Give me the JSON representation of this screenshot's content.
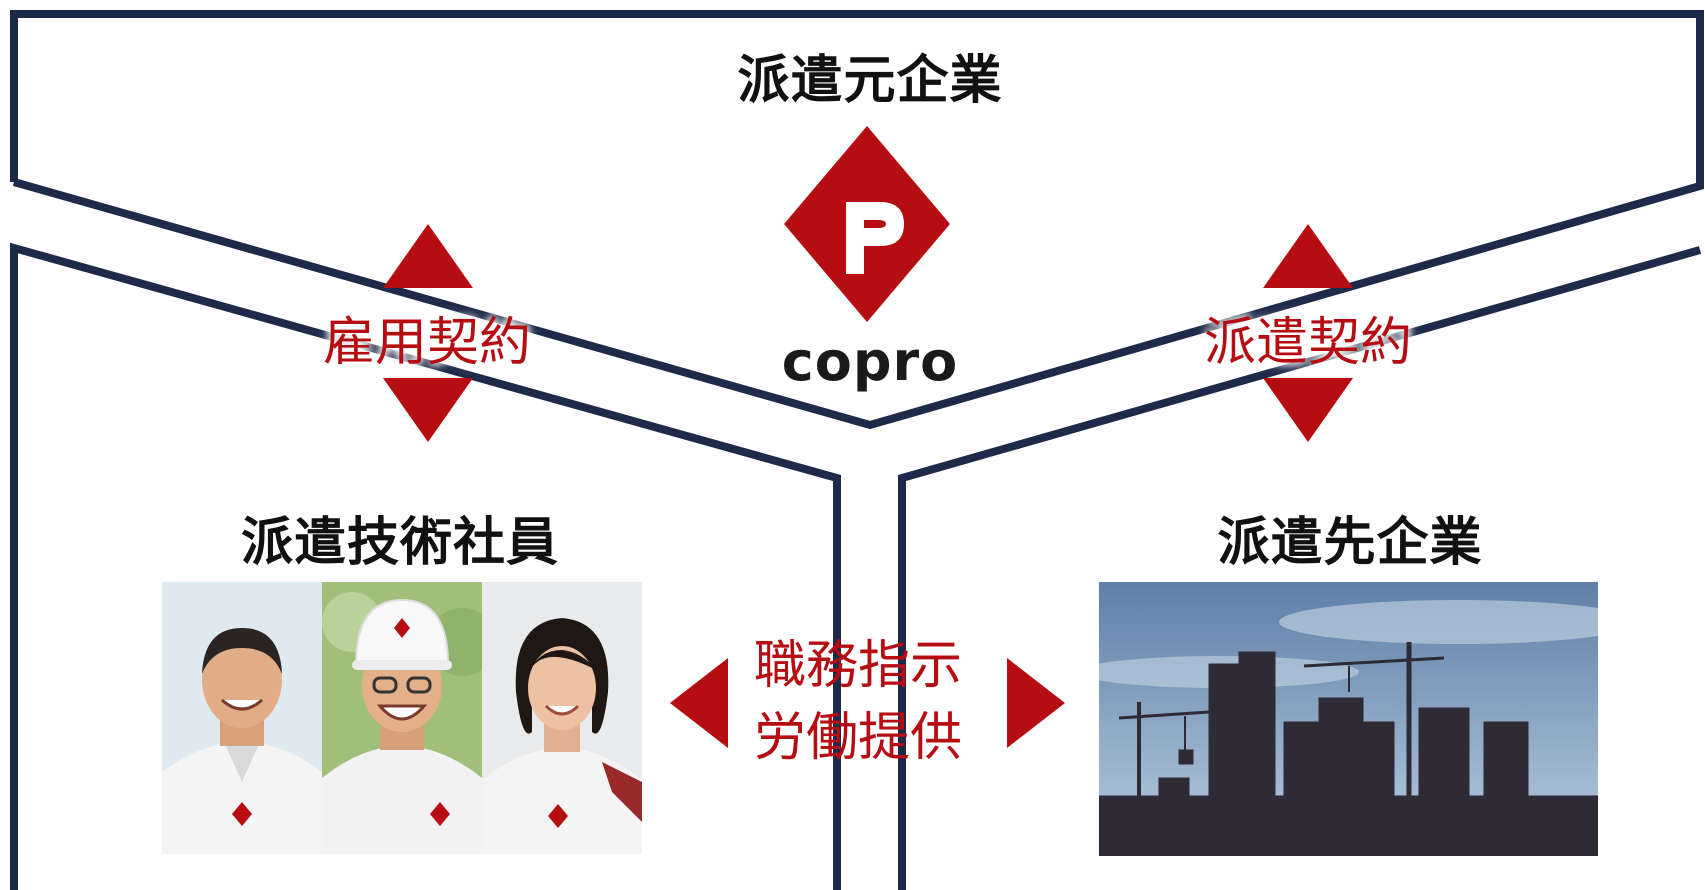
{
  "labels": {
    "dispatch_source": "派遣元企業",
    "employment_contract": "雇用契約",
    "dispatch_contract": "派遣契約",
    "dispatched_staff": "派遣技術社員",
    "client_company": "派遣先企業",
    "duty_line1": "職務指示",
    "duty_line2": "労働提供"
  },
  "logo": {
    "text": "copro",
    "color": "#b50d12"
  },
  "icons": {
    "up_down_arrow": "triangle-up-down",
    "left_right_arrow": "triangle-left-right"
  },
  "colors": {
    "frame": "#1e2a4a",
    "accent": "#b50d12",
    "text": "#111111"
  }
}
